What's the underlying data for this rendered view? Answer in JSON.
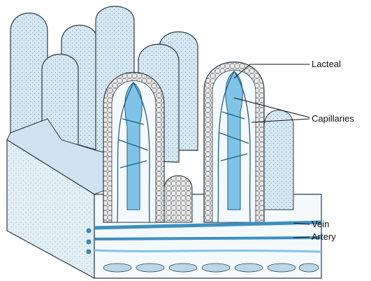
{
  "diagram": {
    "labels": {
      "lacteal": "Lacteal",
      "capillaries": "Capillaries",
      "vein": "Vein",
      "artery": "Artery"
    },
    "colors": {
      "villus_fill": "#d6e8f3",
      "villus_stipple": "#6a8aa0",
      "outline": "#2b3b46",
      "epithelium": "#ececec",
      "lacteal_fill": "#7fc4e6",
      "vessel": "#3d8fbd",
      "vessel_dark": "#1f5f86",
      "block_side": "#e3eff7"
    }
  }
}
